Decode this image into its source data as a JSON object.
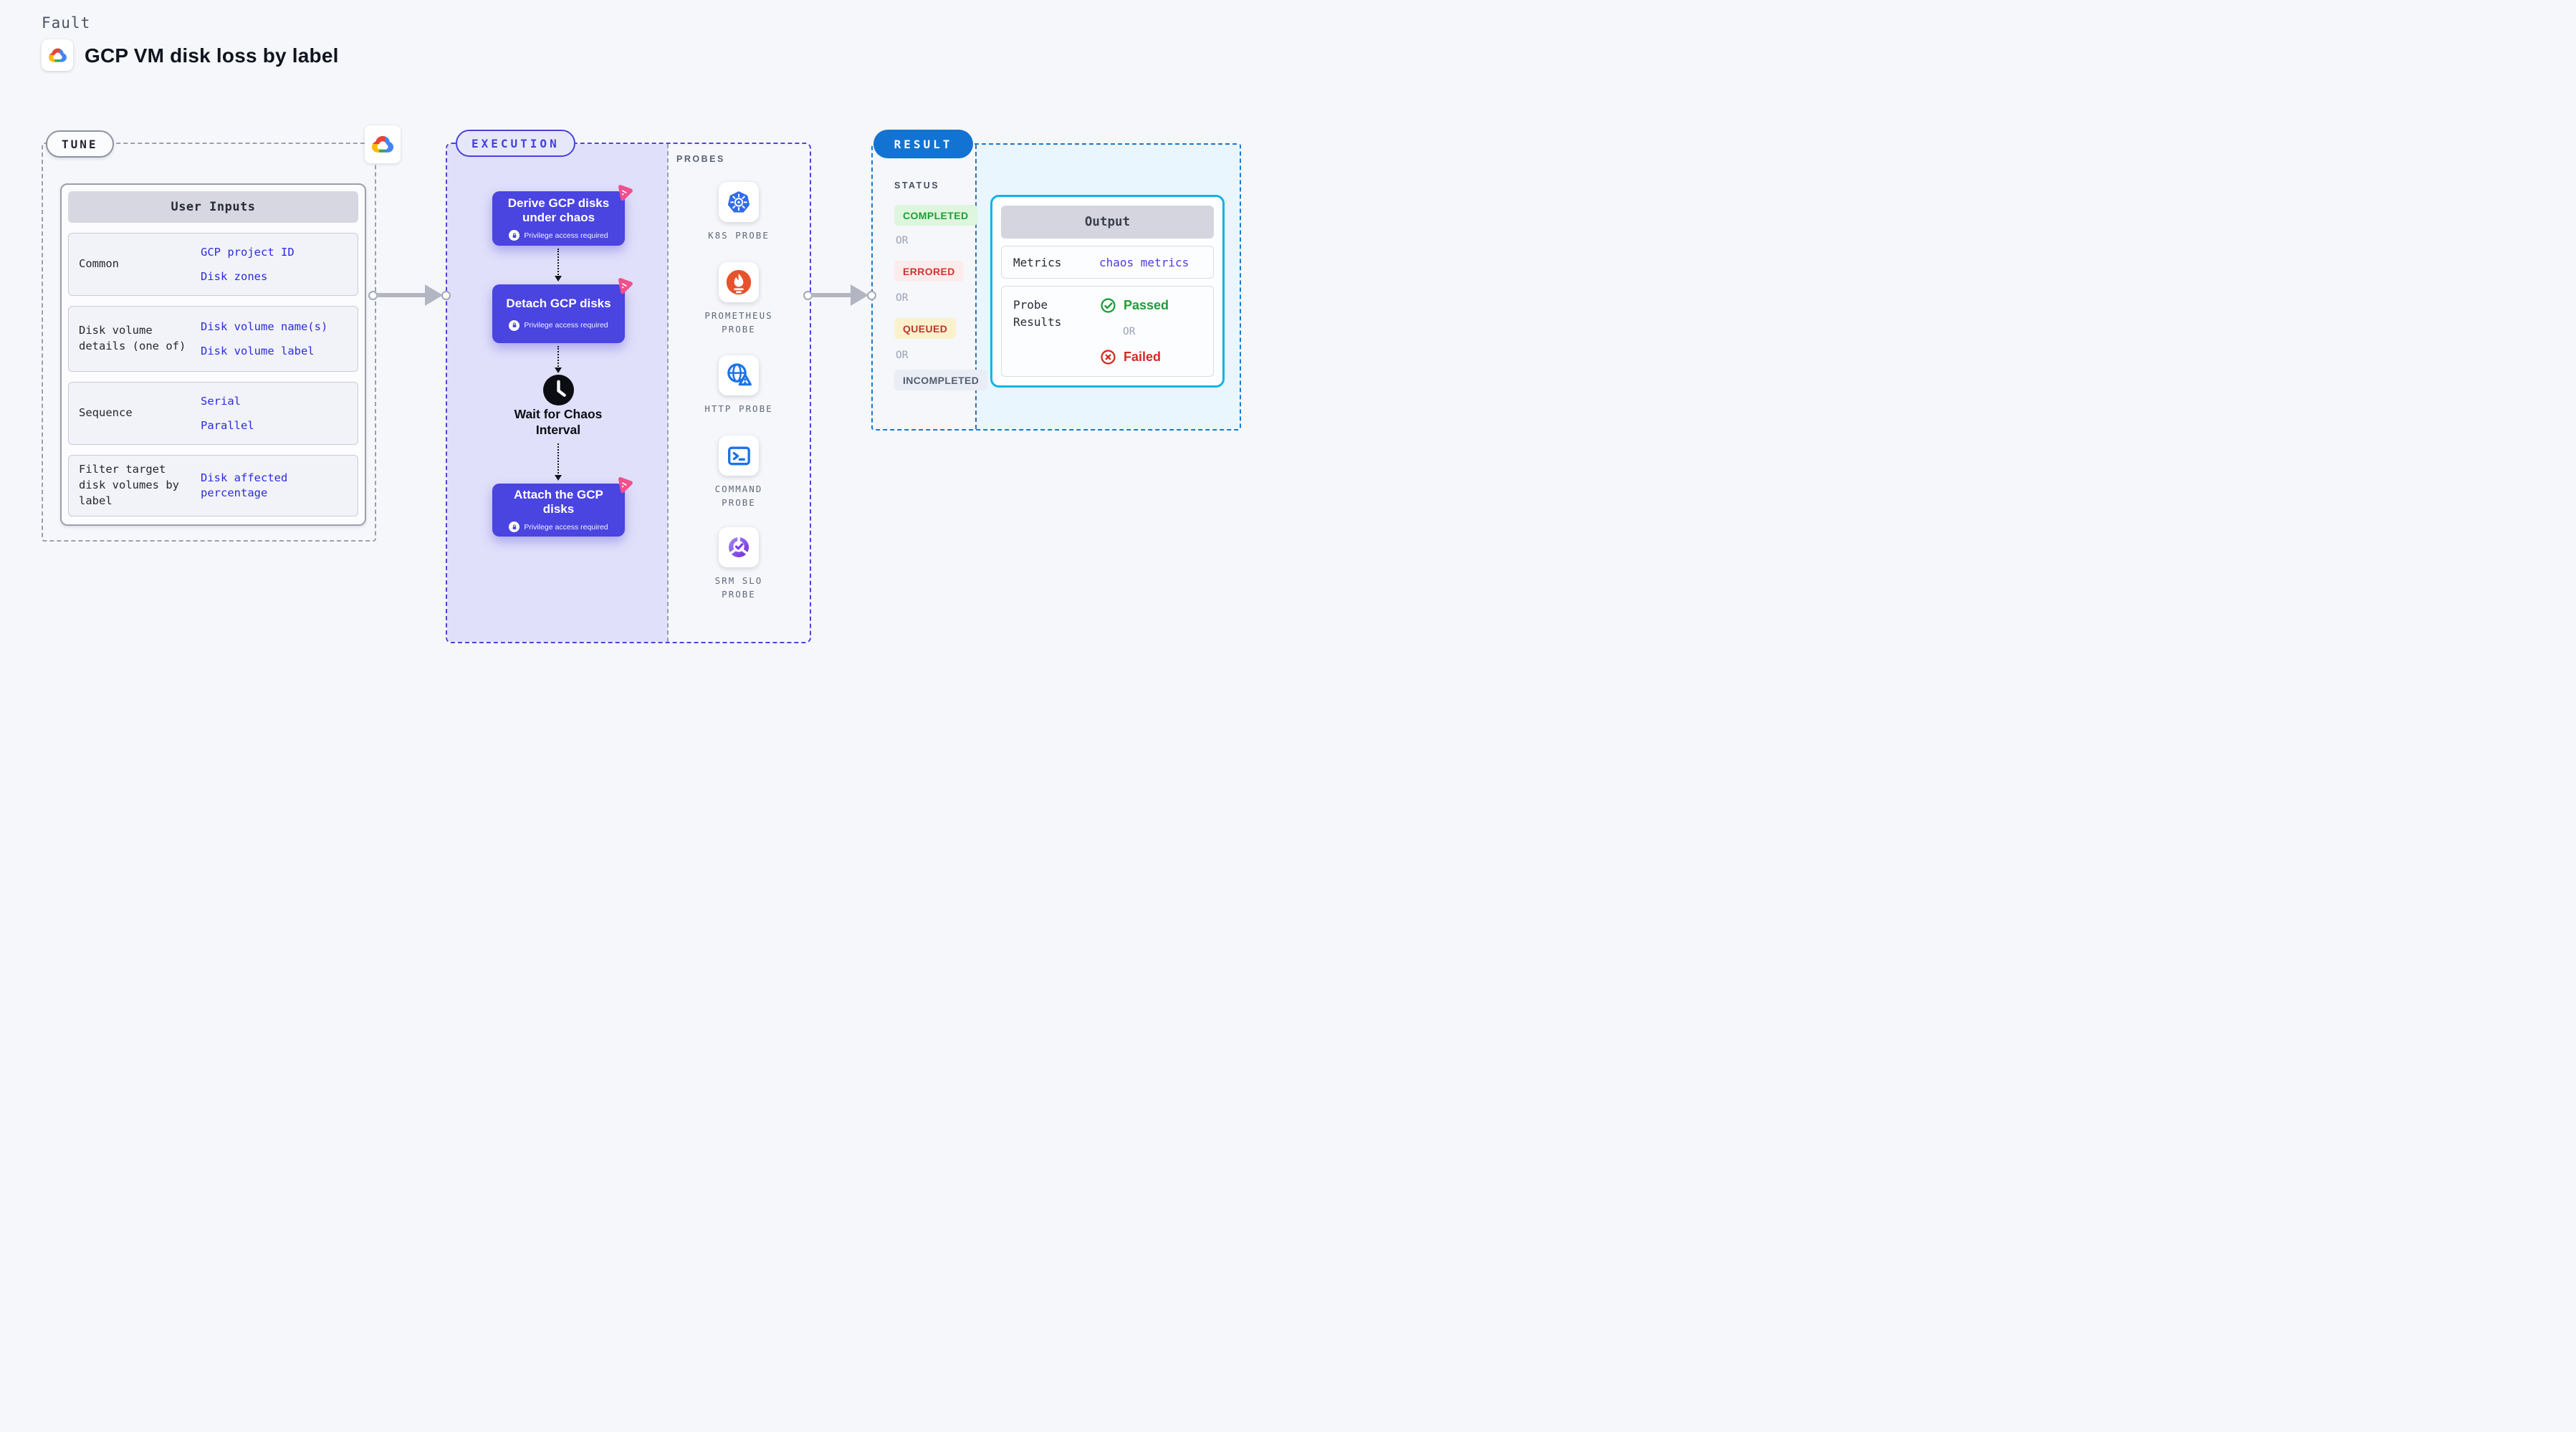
{
  "header": {
    "kicker": "Fault",
    "title": "GCP VM disk loss by label"
  },
  "tune": {
    "label": "TUNE",
    "table": {
      "header": "User Inputs",
      "rows": [
        {
          "label": "Common",
          "values": [
            "GCP project ID",
            "Disk zones"
          ]
        },
        {
          "label": "Disk volume details (one of)",
          "values": [
            "Disk volume name(s)",
            "Disk volume label"
          ]
        },
        {
          "label": "Sequence",
          "values": [
            "Serial",
            "Parallel"
          ]
        },
        {
          "label": "Filter target disk volumes by label",
          "values": [
            "Disk affected percentage"
          ]
        }
      ]
    }
  },
  "execution": {
    "label": "EXECUTION",
    "privilege_note": "Privilege access required",
    "steps": [
      {
        "title": "Derive GCP disks under chaos"
      },
      {
        "title": "Detach GCP disks"
      },
      {
        "title": "Attach the GCP disks"
      }
    ],
    "wait_label": "Wait for Chaos Interval"
  },
  "probes": {
    "label": "PROBES",
    "items": [
      {
        "name": "K8S PROBE",
        "icon": "kubernetes-icon"
      },
      {
        "name": "PROMETHEUS PROBE",
        "icon": "prometheus-icon"
      },
      {
        "name": "HTTP PROBE",
        "icon": "http-globe-warning-icon"
      },
      {
        "name": "COMMAND PROBE",
        "icon": "command-terminal-icon"
      },
      {
        "name": "SRM SLO PROBE",
        "icon": "srm-slo-donut-icon"
      }
    ]
  },
  "result": {
    "label": "RESULT",
    "status": {
      "label": "STATUS",
      "separator": "OR",
      "badges": [
        {
          "label": "COMPLETED",
          "type": "success"
        },
        {
          "label": "ERRORED",
          "type": "error"
        },
        {
          "label": "QUEUED",
          "type": "warning"
        },
        {
          "label": "INCOMPLETED",
          "type": "neutral"
        }
      ]
    },
    "output": {
      "header": "Output",
      "metrics_label": "Metrics",
      "metrics_value": "chaos metrics",
      "probe_results_label": "Probe Results",
      "passed_label": "Passed",
      "or_label": "OR",
      "failed_label": "Failed"
    }
  },
  "colors": {
    "accent_indigo": "#4a44e0",
    "accent_pink": "#f0508c",
    "result_blue": "#1273d3",
    "output_cyan": "#10b2e8",
    "success_green": "#1e9e38",
    "error_red": "#d42a23",
    "value_blue": "#2b2bdf",
    "kubernetes_blue": "#326ce5",
    "prometheus_orange": "#e6522c",
    "probe_blue": "#1a73e8",
    "srm_purple": "#7c3aed"
  }
}
